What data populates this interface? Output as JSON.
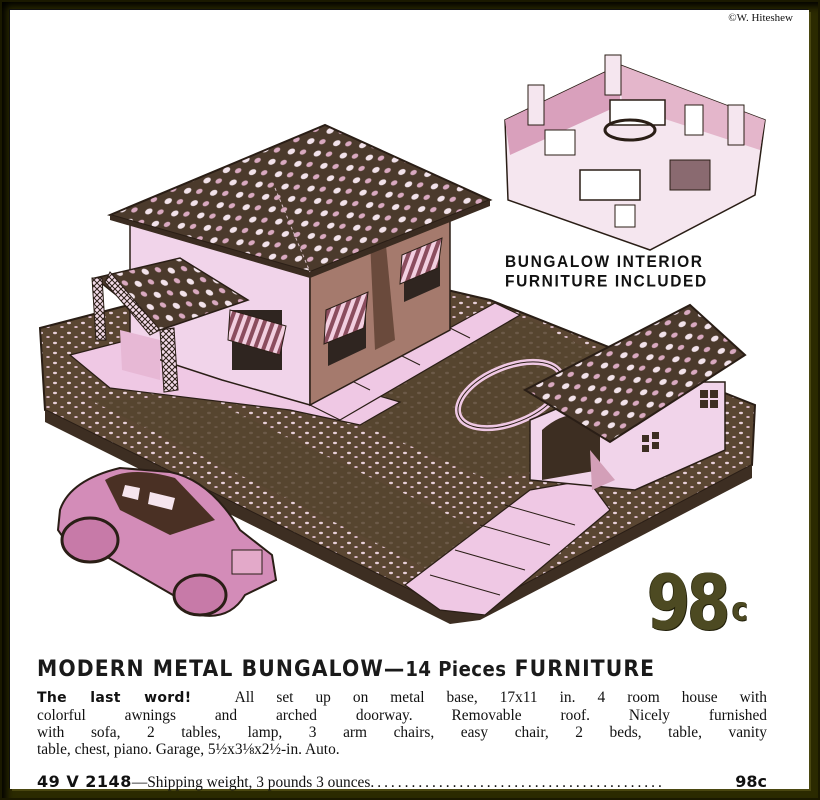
{
  "credit": "©W. Hiteshew",
  "illustration": {
    "main_alt": "Metal bungalow toy house on base with garage, driveway, walkway and toy car",
    "inset_alt": "Cutaway view of bungalow interior with furniture",
    "colors": {
      "roof": "#4b3a2c",
      "wall": "#f1d4ea",
      "base": "#5a4632",
      "walk": "#efc8e4",
      "tile": "#e9b9d3",
      "outline": "#2a1e16",
      "car_body": "#d38cb8"
    }
  },
  "caption": {
    "line1": "BUNGALOW INTERIOR",
    "line2": "FURNITURE  INCLUDED"
  },
  "price_big": {
    "amount": "98",
    "unit": "c"
  },
  "headline": {
    "part1": "MODERN METAL BUNGALOW",
    "dash": "—",
    "part2": "14 Pieces",
    "part3": "FURNITURE"
  },
  "description": {
    "lead": "The last word!",
    "lines": [
      "All set up on metal base, 17x11 in.  4 room house with",
      "colorful awnings and arched doorway.  Removable roof.  Nicely furnished",
      "with sofa, 2 tables, lamp, 3 arm chairs, easy chair, 2 beds, table, vanity",
      "table, chest, piano.  Garage, 5½x3⅛x2½-in.  Auto."
    ]
  },
  "order": {
    "catalog_number": "49 V 2148",
    "dash": "—",
    "shipping": "Shipping weight, 3 pounds 3 ounces",
    "dots": "...........................................",
    "price": "98c"
  }
}
